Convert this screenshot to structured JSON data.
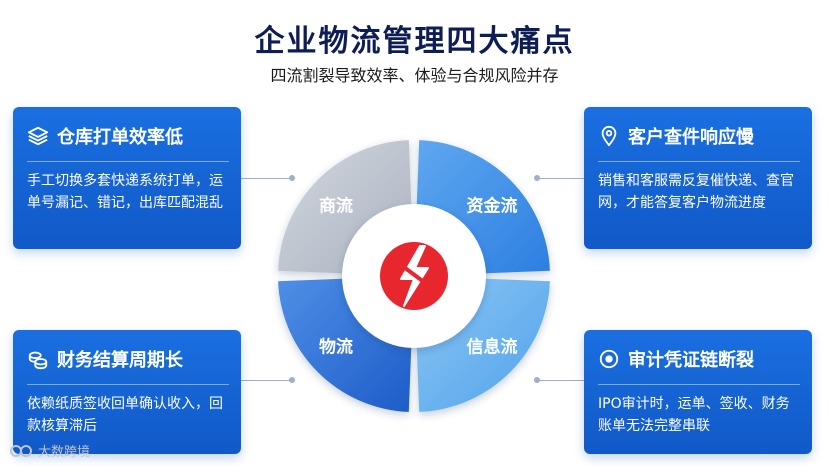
{
  "title": "企业物流管理四大痛点",
  "subtitle": "四流割裂导致效率、体验与合规风险并存",
  "cards": [
    {
      "title": "仓库打单效率低",
      "body": "手工切换多套快递系统打单，运单号漏记、错记，出库匹配混乱",
      "icon": "layers-icon"
    },
    {
      "title": "客户查件响应慢",
      "body": "销售和客服需反复催快递、查官网，才能答复客户物流进度",
      "icon": "location-pin-icon"
    },
    {
      "title": "财务结算周期长",
      "body": "依赖纸质签收回单确认收入，回款核算滞后",
      "icon": "coins-icon"
    },
    {
      "title": "审计凭证链断裂",
      "body": "IPO审计时，运单、签收、财务账单无法完整串联",
      "icon": "target-icon"
    }
  ],
  "cycle": {
    "segments": [
      "商流",
      "资金流",
      "物流",
      "信息流"
    ],
    "center_icon": "broken-lightning-icon"
  },
  "watermark": "大数跨境",
  "colors": {
    "card": "#1159c8",
    "title": "#0e1e55",
    "center": "#e8262d"
  }
}
